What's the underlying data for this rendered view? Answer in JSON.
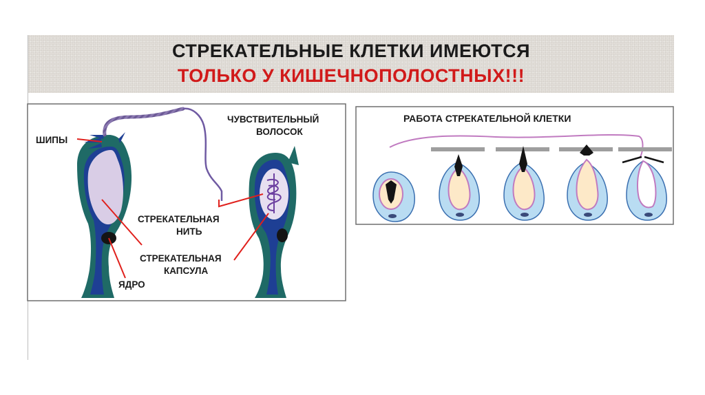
{
  "title": {
    "line1": "СТРЕКАТЕЛЬНЫЕ КЛЕТКИ ИМЕЮТСЯ",
    "line2": "ТОЛЬКО У КИШЕЧНОПОЛОСТНЫХ!!!"
  },
  "left_figure": {
    "labels": {
      "spines": "ШИПЫ",
      "sensory_hair_line1": "ЧУВСТВИТЕЛЬНЫЙ",
      "sensory_hair_line2": "ВОЛОСОК",
      "thread_line1": "СТРЕКАТЕЛЬНАЯ",
      "thread_line2": "НИТЬ",
      "capsule_line1": "СТРЕКАТЕЛЬНАЯ",
      "capsule_line2": "КАПСУЛА",
      "nucleus": "ЯДРО"
    }
  },
  "right_figure": {
    "title": "РАБОТА СТРЕКАТЕЛЬНОЙ КЛЕТКИ",
    "stages": 5
  },
  "colors": {
    "title_text": "#1a1a1a",
    "title_accent": "#d11a1a",
    "cell_outer": "#1f6a66",
    "cell_inner": "#1e3f94",
    "capsule": "#d9cde6",
    "thread": "#8a78b0",
    "pointer": "#e0201c",
    "stage_outer": "#b9dcf2",
    "stage_thread": "#c07ac0"
  }
}
